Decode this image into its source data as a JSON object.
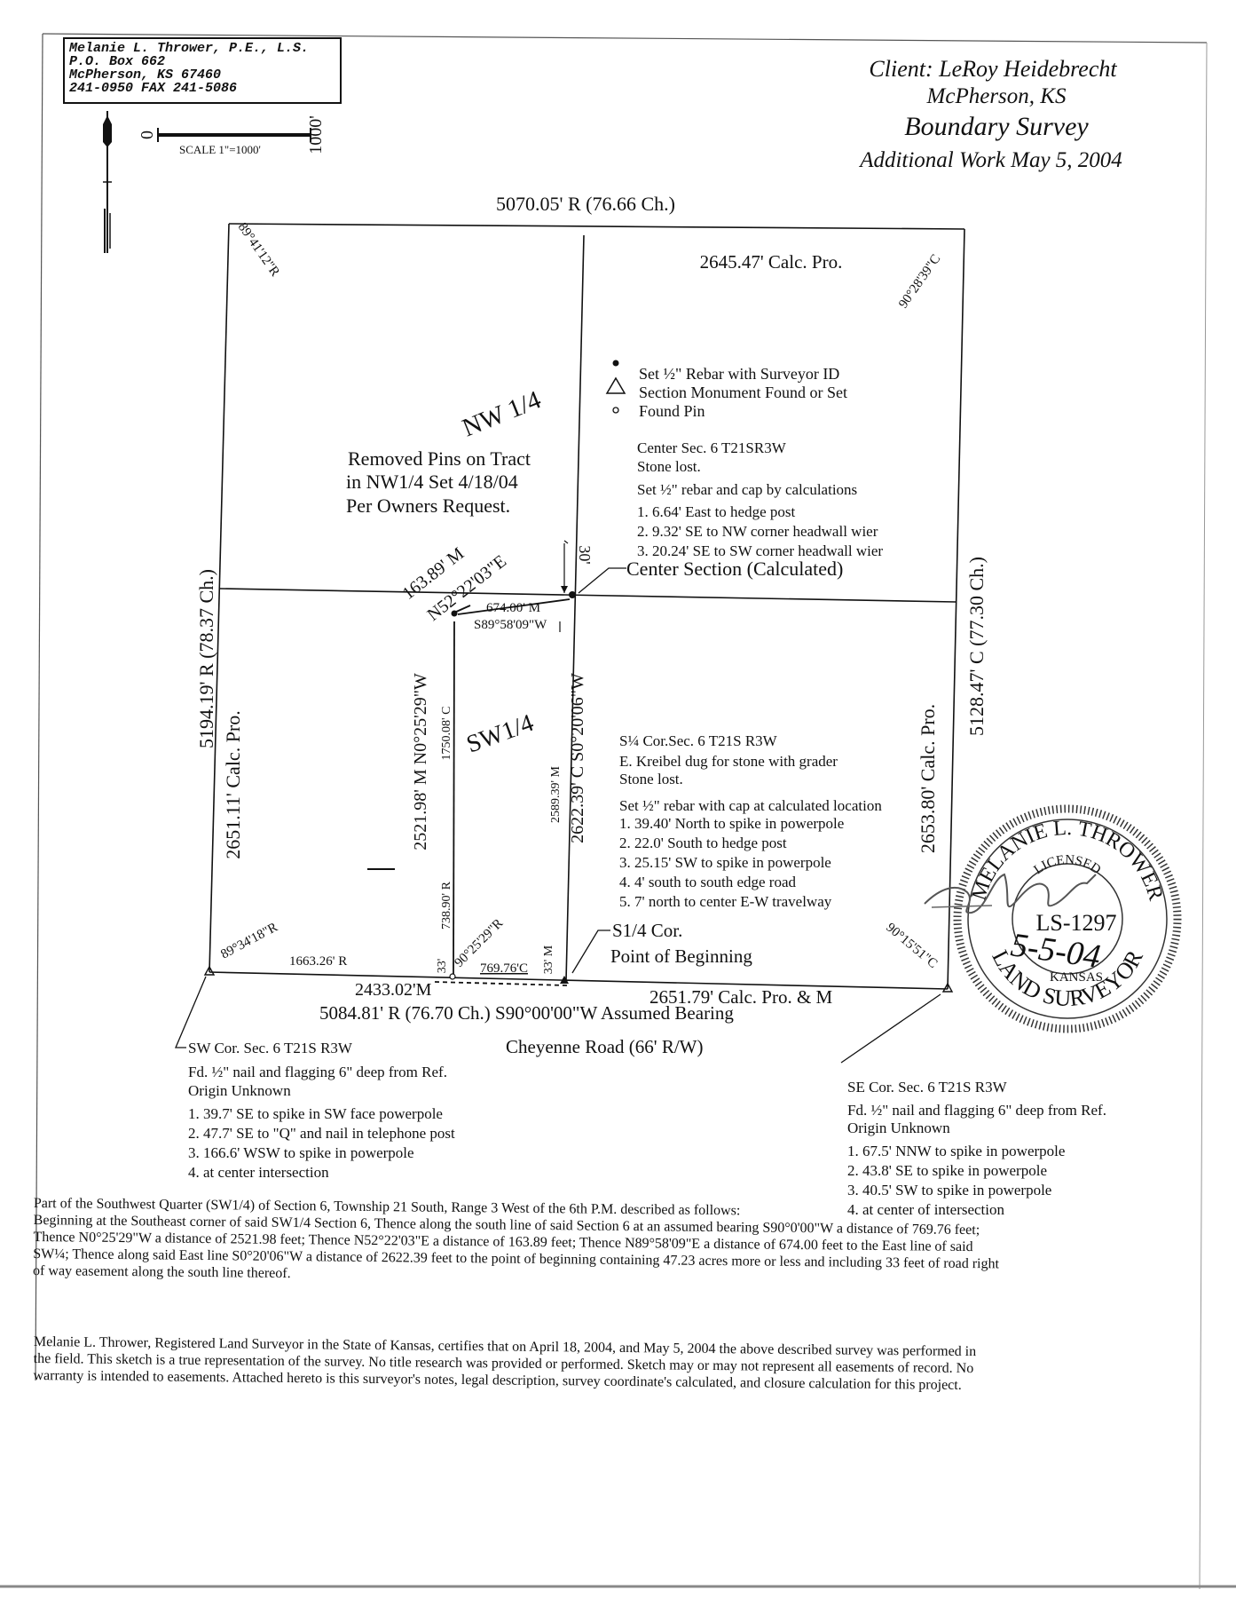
{
  "header": {
    "firm_lines": [
      "Melanie L. Thrower, P.E., L.S.",
      "P.O. Box 662",
      "McPherson, KS   67460",
      "241-0950  FAX  241-5086"
    ],
    "client": "Client: LeRoy Heidebrecht",
    "city": "McPherson, KS",
    "title": "Boundary Survey",
    "subtitle": "Additional Work May 5, 2004"
  },
  "scale": {
    "zero": "0",
    "thousand": "1000'",
    "caption": "SCALE 1\"=1000'"
  },
  "legend": {
    "rebar": "Set ½\" Rebar with Surveyor ID",
    "monument": "Section Monument Found or Set",
    "pin": "Found Pin"
  },
  "labels": {
    "north_line": "5070.05' R (76.66 Ch.)",
    "ne_top": "2645.47' Calc. Pro.",
    "nw_angle": "89°41'12\"R",
    "ne_angle": "90°28'39\"C",
    "sw_angle": "89°34'18\"R",
    "se_angle": "90°15'51\"C",
    "tract_angle": "90°25'29\"R",
    "nw_quarter": "NW 1/4",
    "sw_quarter": "SW1/4",
    "removed_pins": [
      "Removed Pins on Tract",
      "in NW1/4 Set 4/18/04",
      "Per Owners Request."
    ],
    "west_line": "5194.19' R (78.37 Ch.)",
    "west_lower": "2651.11' Calc. Pro.",
    "east_line": "5128.47' C (77.30 Ch.)",
    "east_lower": "2653.80' Calc. Pro.",
    "thirty": "30'",
    "center_section": "Center Section (Calculated)",
    "diag": "163.89' M",
    "diag_bearing": "N52°22'03\"E",
    "top_m": "674.00' M",
    "top_bearing": "S89°58'09\"W",
    "tract_west": "2521.98' M N0°25'29\"W",
    "tract_west_c": "1750.08' C",
    "tract_west_r": "738.90' R",
    "tract_east_m": "2589.39' M",
    "tract_east": "2622.39' C S0°20'06\"W",
    "road_33a": "33'",
    "road_33b": "33' M",
    "south_769": "769.76'C",
    "south_1663": "1663.26' R",
    "south_2433": "2433.02'M",
    "south_2651": "2651.79' Calc. Pro. & M",
    "south_line": "5084.81' R (76.70 Ch.) S90°00'00\"W Assumed Bearing",
    "road": "Cheyenne Road (66' R/W)",
    "s14_cor": "S1/4 Cor.",
    "pob": "Point of Beginning"
  },
  "notes": {
    "center": [
      "Center Sec. 6 T21SR3W",
      "Stone lost.",
      "Set ½\" rebar and cap by calculations",
      "1.  6.64' East to hedge post",
      "2. 9.32' SE to NW corner headwall wier",
      "3.  20.24' SE to SW corner headwall wier"
    ],
    "s14": [
      "S¼ Cor.Sec. 6 T21S R3W",
      "E. Kreibel dug for stone with grader",
      "Stone lost.",
      "Set ½\" rebar with cap at calculated location",
      "1.  39.40' North to spike in powerpole",
      "2. 22.0' South to hedge post",
      "3.  25.15' SW to spike in powerpole",
      "4.  4' south to south edge road",
      "5.  7' north to center E-W travelway"
    ],
    "sw": [
      "SW Cor. Sec. 6 T21S R3W",
      "Fd. ½\" nail and flagging 6\" deep from Ref.",
      "Origin Unknown",
      "1. 39.7' SE to spike in SW face powerpole",
      "2. 47.7' SE to \"Q\" and nail in telephone post",
      "3.  166.6' WSW to spike in powerpole",
      "4.  at center intersection"
    ],
    "se": [
      "SE Cor. Sec. 6 T21S R3W",
      "Fd. ½\" nail and flagging 6\" deep from Ref.",
      "Origin Unknown",
      "1.  67.5' NNW to spike in powerpole",
      "2.  43.8' SE to spike in powerpole",
      "3.  40.5' SW to spike in powerpole",
      "4.  at center of intersection"
    ]
  },
  "seal": {
    "top": "MELANIE L. THROWER",
    "licensed": "LICENSED",
    "number": "LS-1297",
    "state": "KANSAS",
    "bottom": "LAND SURVEYOR",
    "date": "5-5-04"
  },
  "description": [
    "Part of the Southwest Quarter (SW1/4) of Section 6, Township 21 South, Range 3 West of the 6th P.M. described as follows:",
    "Beginning at the Southeast corner of said SW1/4 Section 6, Thence along the south line of said Section 6 at an assumed bearing S90°0'00\"W a distance of 769.76 feet;",
    "Thence N0°25'29\"W a distance of 2521.98 feet; Thence N52°22'03\"E a distance of 163.89 feet; Thence N89°58'09\"E a distance of 674.00 feet to the East line of said",
    "SW¼; Thence along said East line S0°20'06\"W a distance of 2622.39 feet to the point of beginning containing 47.23 acres more or less and including 33 feet of road right",
    "of way easement along the south line thereof."
  ],
  "certification": [
    "Melanie L. Thrower, Registered Land Surveyor in the State of Kansas, certifies that on April 18, 2004, and May 5, 2004 the above described  survey was performed in",
    "the field.  This sketch is a true representation of the survey. No title research was provided or performed.  Sketch may or may not represent all easements of record.  No",
    "warranty is intended to easements.  Attached hereto is this surveyor's notes, legal description, survey coordinate's calculated, and closure calculation for this project."
  ]
}
